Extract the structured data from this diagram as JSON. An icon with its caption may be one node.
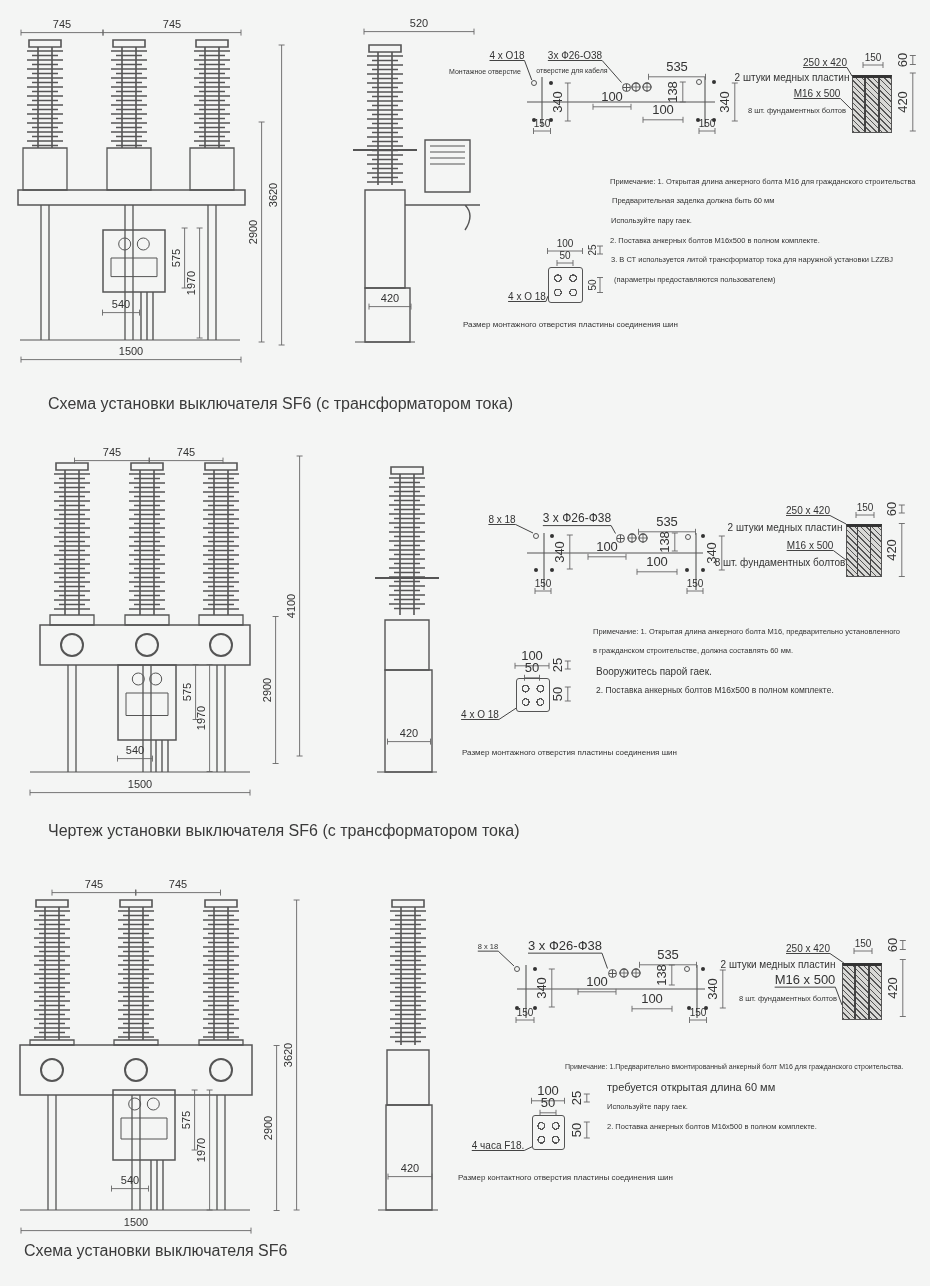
{
  "diagram": {
    "nodes": [
      {
        "text": [
          "4 x O18"
        ],
        "beside": [
          "Монтажное отверстие"
        ]
      },
      {
        "text": [
          "3x Ф26-O38"
        ],
        "beside": [
          "отверстие для кабеля"
        ]
      },
      {
        "text": [
          "250 x 420"
        ]
      },
      {
        "text": [
          "M16 x 500"
        ]
      },
      {
        "text": [
          "4 x O 18"
        ]
      },
      {
        "text": [
          "8 x 18"
        ]
      },
      {
        "text": [
          "3 x Ф26-Ф38"
        ]
      },
      {
        "text": [
          "250 x 420"
        ]
      },
      {
        "text": [
          "M16 x 500"
        ]
      },
      {
        "text": [
          "4 x O 18"
        ]
      },
      {
        "text": [
          "8 x 18"
        ]
      },
      {
        "text": [
          "3 x Ф26-Ф38"
        ]
      },
      {
        "text": [
          "250 x 420"
        ]
      },
      {
        "text": [
          "M16 x 500"
        ]
      },
      {
        "text": [
          "4 часа F18."
        ]
      },
      {
        "text": [],
        "shape": "circle"
      },
      {
        "text": [],
        "shape": "circle"
      },
      {
        "text": [],
        "shape": "box",
        "beside": [
          "2 штуки медных пластин",
          "8 шт. фундаментных болтов"
        ]
      },
      {
        "text": [],
        "shape": "box",
        "beside": [
          "Размер монтажного отверстия пластины соединения шин"
        ]
      },
      {
        "text": [],
        "shape": "circle"
      },
      {
        "text": [],
        "shape": "circle"
      },
      {
        "text": [],
        "shape": "box",
        "beside": [
          "2 штуки медных пластин",
          "8 шт. фундаментных болтов"
        ]
      },
      {
        "text": [],
        "shape": "box"
      },
      {
        "text": [],
        "shape": "circle"
      },
      {
        "text": [],
        "shape": "circle"
      },
      {
        "text": [],
        "shape": "box",
        "beside": [
          "2 штуки медных пластин",
          "8 шт. фундаментных болтов"
        ]
      },
      {
        "text": [],
        "shape": "box",
        "beside": [
          "Размер контактного отверстия пластины соединения шин"
        ]
      }
    ],
    "edges": [
      {
        "from": 0,
        "to": 15,
        "arrow": "none"
      },
      {
        "from": 1,
        "to": 16,
        "arrow": "none"
      },
      {
        "from": 2,
        "to": 17,
        "arrow": "none"
      },
      {
        "from": 3,
        "to": 17,
        "arrow": "none"
      },
      {
        "from": 4,
        "to": 18,
        "arrow": "none"
      },
      {
        "from": 5,
        "to": 19,
        "arrow": "none"
      },
      {
        "from": 6,
        "to": 20,
        "arrow": "none"
      },
      {
        "from": 7,
        "to": 21,
        "arrow": "none"
      },
      {
        "from": 8,
        "to": 21,
        "arrow": "none"
      },
      {
        "from": 9,
        "to": 22,
        "arrow": "none"
      },
      {
        "from": 10,
        "to": 23,
        "arrow": "none"
      },
      {
        "from": 11,
        "to": 24,
        "arrow": "none"
      },
      {
        "from": 12,
        "to": 25,
        "arrow": "none"
      },
      {
        "from": 13,
        "to": 25,
        "arrow": "none"
      },
      {
        "from": 14,
        "to": 26,
        "arrow": "none"
      }
    ],
    "labels": [
      "745",
      "745",
      "3620",
      "2900",
      "575",
      "1970",
      "540",
      "1500",
      "520",
      "420",
      "340",
      "150",
      "100",
      "535",
      "138",
      "100",
      "340",
      "150",
      "150",
      "60",
      "420",
      "Примечание: 1. Открытая длина анкерного болта М16 для гражданского строительства",
      "Предварительная заделка должна быть 60 мм",
      "Используйте пару гаек.",
      "2. Поставка анкерных болтов М16x500 в полном комплекте.",
      "3. В СТ используется литой трансформатор тока для наружной установки LZZBJ",
      "(параметры предоставляются пользователем)",
      "100",
      "50",
      "25",
      "50",
      "Схема установки выключателя SF6 (с трансформатором тока)",
      "745",
      "745",
      "4100",
      "2900",
      "575",
      "1970",
      "540",
      "1500",
      "420",
      "340",
      "150",
      "100",
      "535",
      "138",
      "100",
      "340",
      "150",
      "150",
      "60",
      "420",
      "Примечание: 1. Открытая длина анкерного болта М16, предварительно установленного",
      "в гражданском строительстве, должна составлять 60 мм.",
      "Вооружитесь парой гаек.",
      "2. Поставка анкерных болтов М16x500 в полном комплекте.",
      "100",
      "50",
      "25",
      "50",
      "Размер монтажного отверстия пластины соединения шин",
      "Чертеж установки выключателя SF6 (с трансформатором тока)",
      "745",
      "745",
      "3620",
      "2900",
      "575",
      "1970",
      "540",
      "1500",
      "420",
      "340",
      "150",
      "100",
      "535",
      "138",
      "100",
      "340",
      "150",
      "150",
      "60",
      "420",
      "Примечание: 1.Предварительно вмонтированный анкерный болт М16 для гражданского строительства.",
      "требуется открытая длина 60 мм",
      "Используйте пару гаек.",
      "2. Поставка анкерных болтов М16x500 в полном комплекте.",
      "100",
      "50",
      "25",
      "50",
      "Схема установки выключателя SF6"
    ]
  }
}
